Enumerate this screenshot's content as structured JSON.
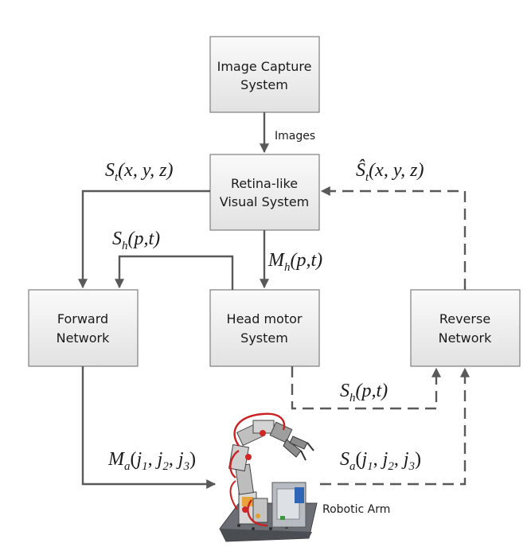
{
  "boxes": {
    "image_capture": [
      "Image Capture",
      "System"
    ],
    "retina": [
      "Retina-like",
      "Visual System"
    ],
    "forward": [
      "Forward",
      "Network"
    ],
    "head_motor": [
      "Head motor",
      "System"
    ],
    "reverse": [
      "Reverse",
      "Network"
    ]
  },
  "labels": {
    "images": "Images",
    "robotic_arm": "Robotic Arm",
    "st": {
      "base": "S",
      "sub": "t",
      "args": "(x, y, z)"
    },
    "st_hat": {
      "base": "Ŝ",
      "sub": "t",
      "args": "(x, y, z)"
    },
    "sh_left": {
      "base": "S",
      "sub": "h",
      "args": "(p,t)"
    },
    "mh": {
      "base": "M",
      "sub": "h",
      "args": "(p,t)"
    },
    "sh_bottom": {
      "base": "S",
      "sub": "h",
      "args": "(p,t)"
    },
    "ma": {
      "base": "M",
      "sub": "a",
      "open": "(",
      "j1": "j",
      "j1_sub": "1",
      "j2": "j",
      "j2_sub": "2",
      "j3": "j",
      "j3_sub": "3",
      "close": ")"
    },
    "sa": {
      "base": "S",
      "sub": "a",
      "open": "(",
      "j1": "j",
      "j1_sub": "1",
      "j2": "j",
      "j2_sub": "2",
      "j3": "j",
      "j3_sub": "3",
      "close": ")"
    }
  }
}
